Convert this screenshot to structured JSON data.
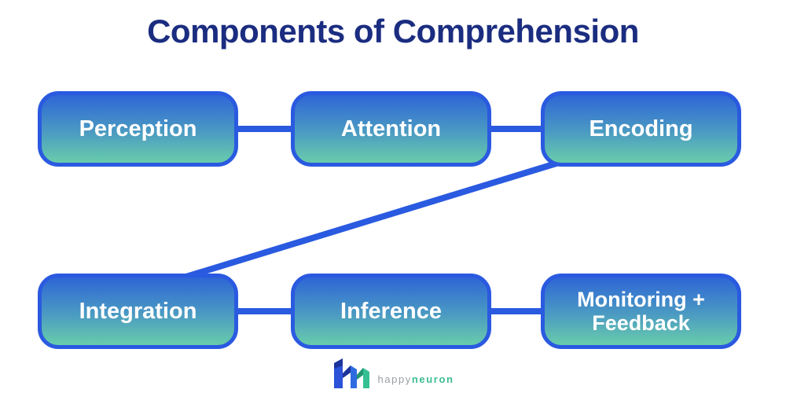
{
  "title": "Components of Comprehension",
  "colors": {
    "title_text": "#1b2d80",
    "node_border": "#2a5ae0",
    "node_gradient_top": "#2e66d6",
    "node_gradient_bottom": "#68cdab",
    "node_text": "#ffffff",
    "connector": "#2a5ae0",
    "logo_happy_text": "#9aa0a6",
    "logo_neuron_text": "#3cbd92",
    "logo_mark_blue": "#2b52d8",
    "logo_mark_teal": "#35c093"
  },
  "diagram": {
    "nodes": [
      {
        "id": "perception",
        "label": "Perception",
        "row": 1,
        "col": 1
      },
      {
        "id": "attention",
        "label": "Attention",
        "row": 1,
        "col": 2
      },
      {
        "id": "encoding",
        "label": "Encoding",
        "row": 1,
        "col": 3
      },
      {
        "id": "integration",
        "label": "Integration",
        "row": 2,
        "col": 1
      },
      {
        "id": "inference",
        "label": "Inference",
        "row": 2,
        "col": 2
      },
      {
        "id": "monitoring-feedback",
        "label": "Monitoring + Feedback",
        "row": 2,
        "col": 3
      }
    ],
    "connections": [
      {
        "from": "perception",
        "to": "attention",
        "type": "horizontal"
      },
      {
        "from": "attention",
        "to": "encoding",
        "type": "horizontal"
      },
      {
        "from": "encoding",
        "to": "integration",
        "type": "diagonal"
      },
      {
        "from": "integration",
        "to": "inference",
        "type": "horizontal"
      },
      {
        "from": "inference",
        "to": "monitoring-feedback",
        "type": "horizontal"
      }
    ]
  },
  "footer": {
    "logo_icon": "happyneuron-logo",
    "brand_part1": "happy",
    "brand_part2": "neuron"
  }
}
